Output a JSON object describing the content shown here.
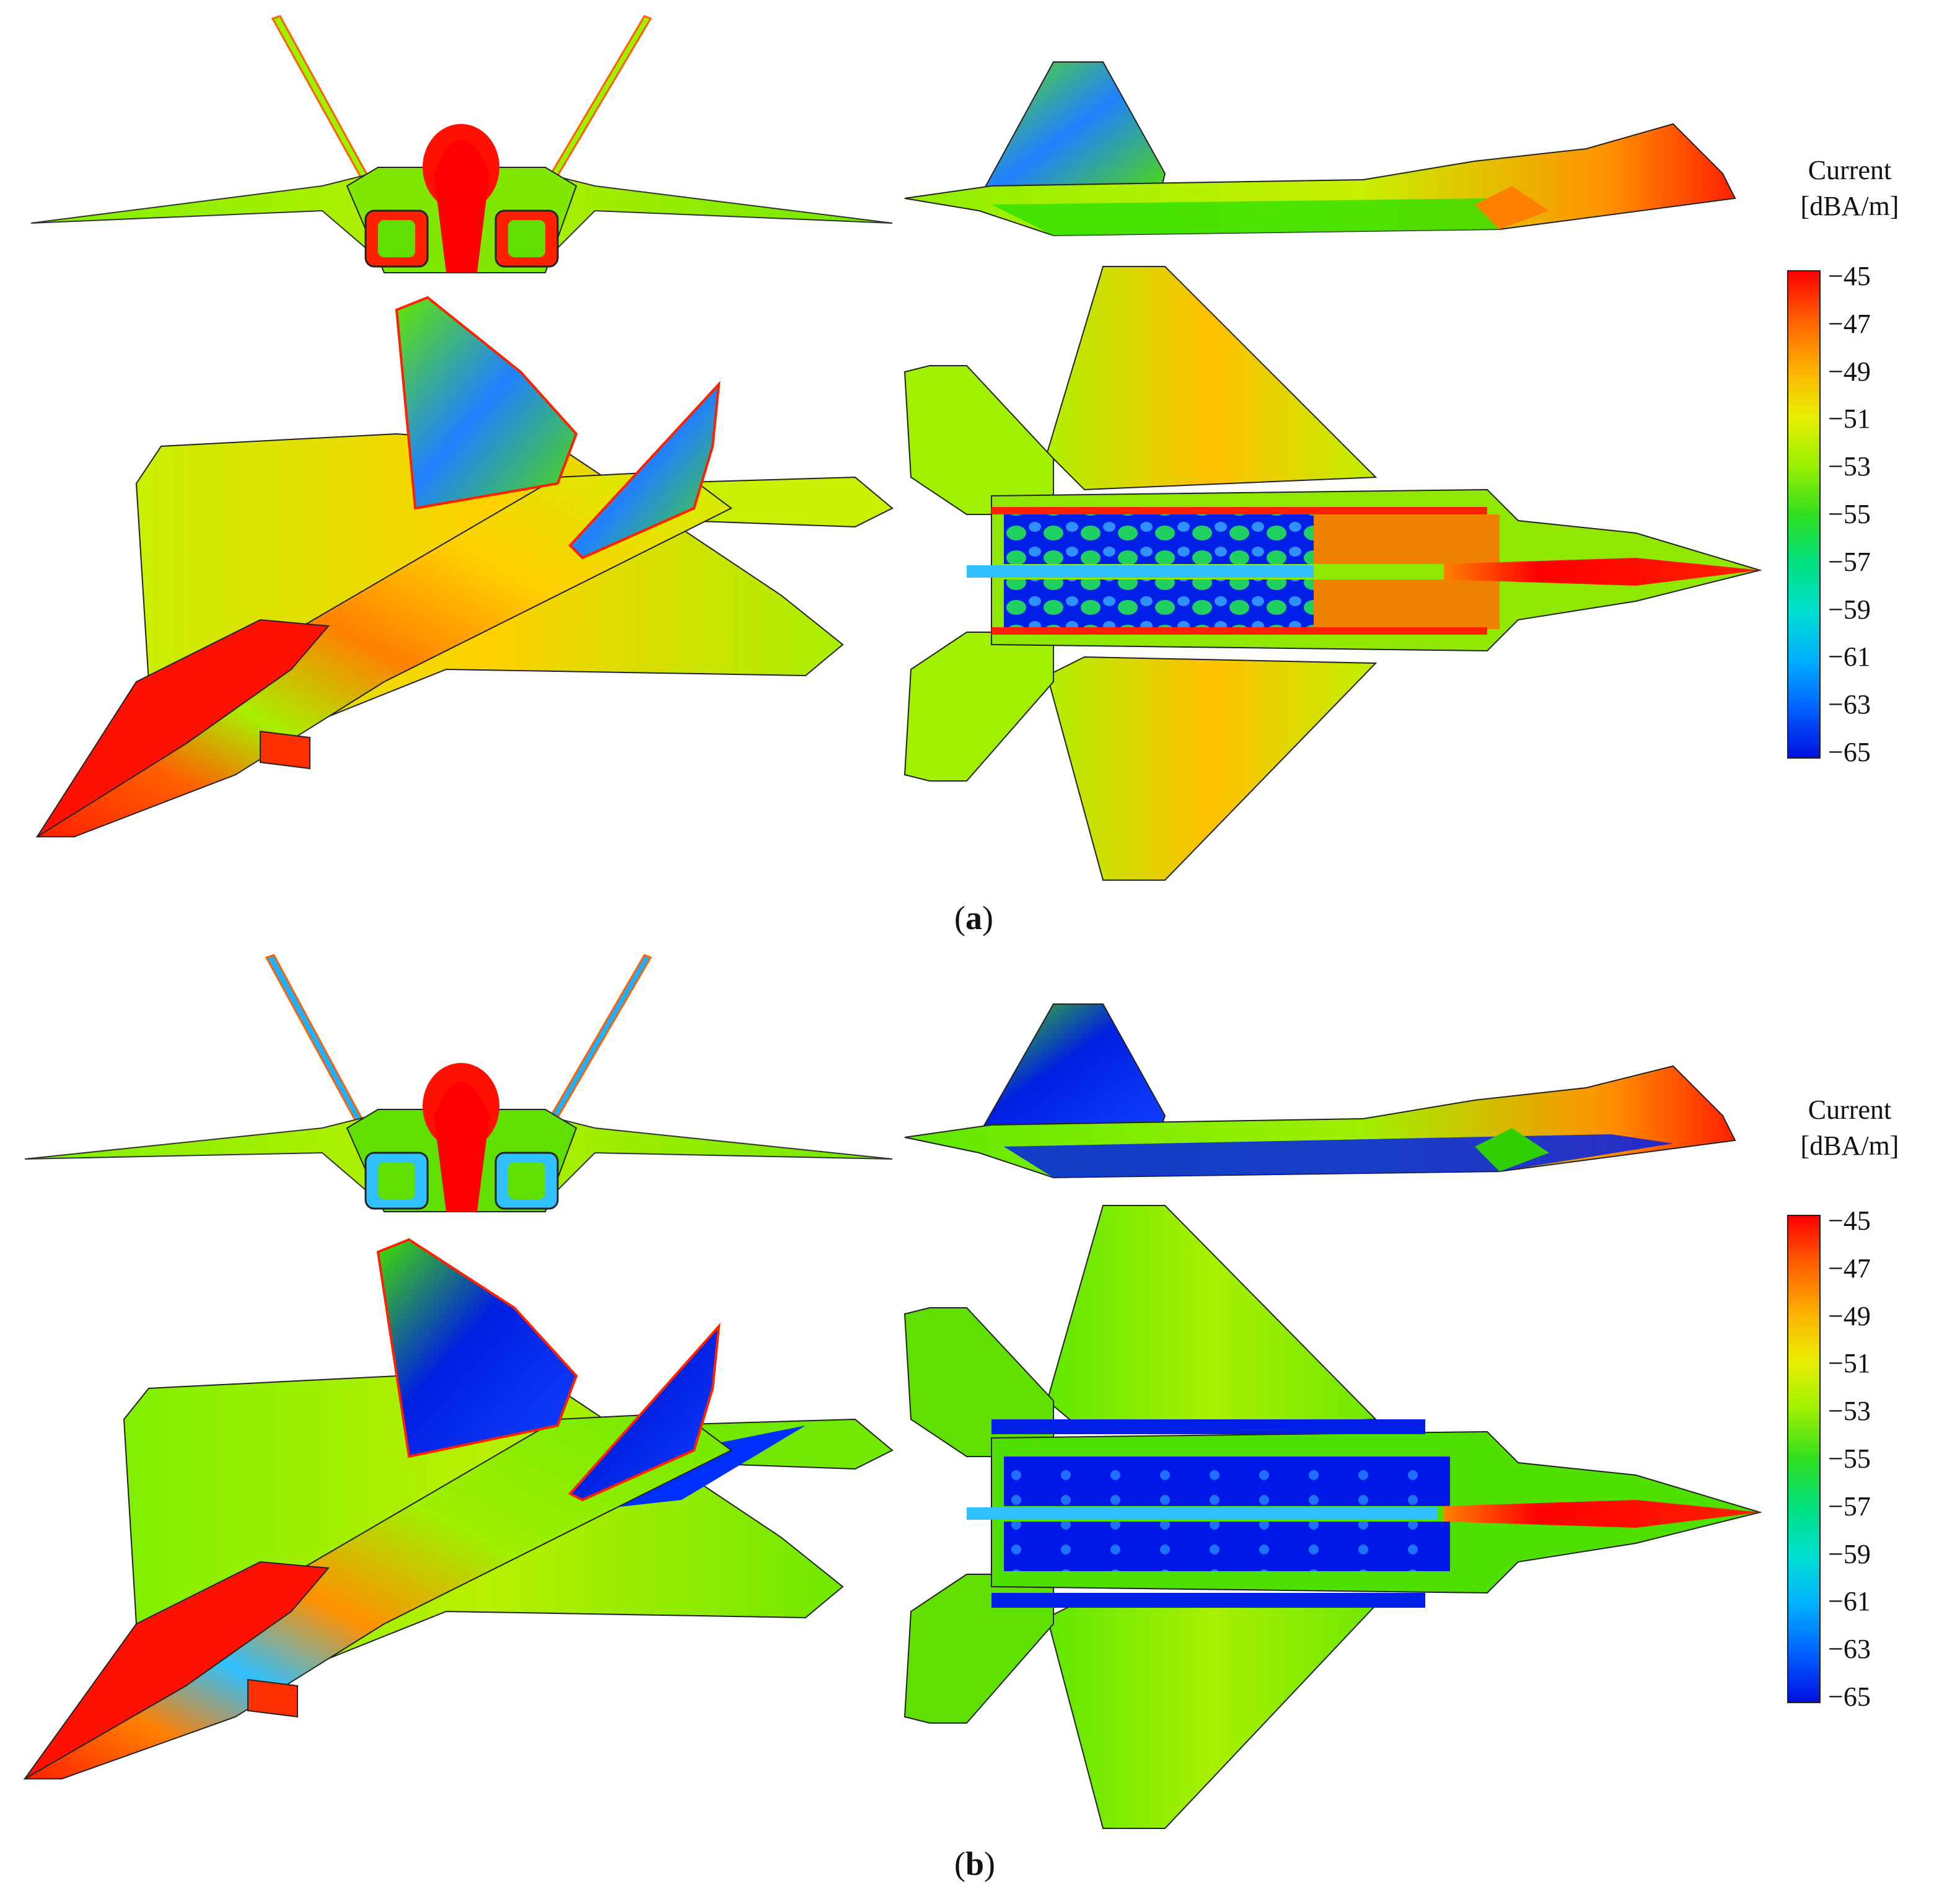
{
  "panels": [
    {
      "caption_open": "(",
      "caption_letter": "a",
      "caption_close": ")",
      "legend_title_line1": "Current",
      "legend_title_line2": "[dBA/m]",
      "ticks": [
        "−45",
        "−47",
        "−49",
        "−51",
        "−53",
        "−55",
        "−57",
        "−59",
        "−61",
        "−63",
        "−65"
      ],
      "views": [
        "front-view",
        "side-view",
        "isometric-view",
        "top-view"
      ]
    },
    {
      "caption_open": "(",
      "caption_letter": "b",
      "caption_close": ")",
      "legend_title_line1": "Current",
      "legend_title_line2": "[dBA/m]",
      "ticks": [
        "−45",
        "−47",
        "−49",
        "−51",
        "−53",
        "−55",
        "−57",
        "−59",
        "−61",
        "−63",
        "−65"
      ],
      "views": [
        "front-view",
        "side-view",
        "isometric-view",
        "top-view"
      ]
    }
  ],
  "colormap": [
    "#ff0000",
    "#ff6000",
    "#ffb000",
    "#e8f000",
    "#9af000",
    "#30e020",
    "#00e080",
    "#00e0d0",
    "#00b0ff",
    "#0060ff",
    "#0010e0"
  ],
  "colors": {
    "high": "#ff0000",
    "mid": "#80f000",
    "low": "#0018e8",
    "outline": "#1a1a1a"
  }
}
